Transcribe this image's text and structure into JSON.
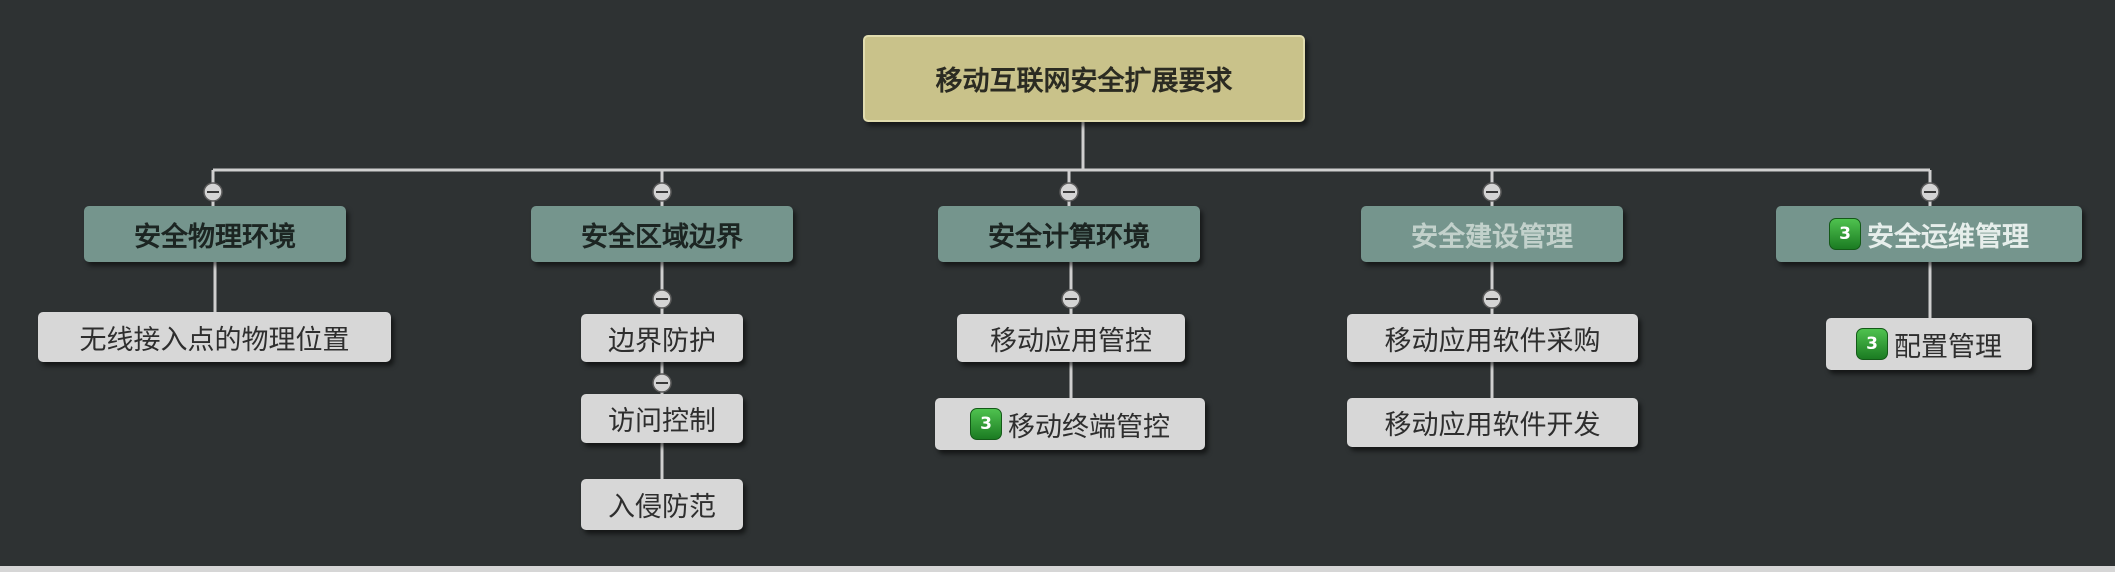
{
  "root": {
    "label": "移动互联网安全扩展要求"
  },
  "branches": [
    {
      "label": "安全物理环境",
      "children": [
        {
          "label": "无线接入点的物理位置"
        }
      ]
    },
    {
      "label": "安全区域边界",
      "children": [
        {
          "label": "边界防护"
        },
        {
          "label": "访问控制"
        },
        {
          "label": "入侵防范"
        }
      ]
    },
    {
      "label": "安全计算环境",
      "children": [
        {
          "label": "移动应用管控"
        },
        {
          "label": "移动终端管控",
          "badge": "3"
        }
      ]
    },
    {
      "label": "安全建设管理",
      "children": [
        {
          "label": "移动应用软件采购"
        },
        {
          "label": "移动应用软件开发"
        }
      ]
    },
    {
      "label": "安全运维管理",
      "badge": "3",
      "children": [
        {
          "label": "配置管理",
          "badge": "3"
        }
      ]
    }
  ],
  "colors": {
    "background": "#2e3233",
    "root_fill": "#c9c28a",
    "branch_fill": "#75958d",
    "leaf_fill": "#d7d7d7",
    "connector": "#d0d0d0",
    "badge": "#2e9b35"
  }
}
